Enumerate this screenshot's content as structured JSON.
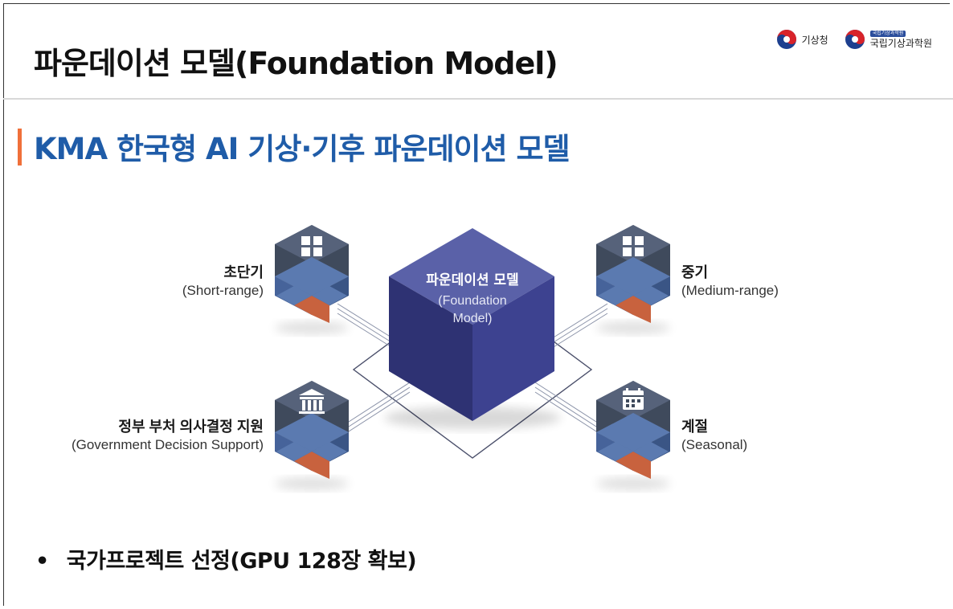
{
  "header": {
    "title": "파운데이션 모델(Foundation Model)",
    "logos": [
      {
        "icon": "taegeuk-emblem-icon",
        "text": "기상청"
      },
      {
        "icon": "taegeuk-emblem-icon",
        "tag": "국립기상과학원",
        "text": "국립기상과학원"
      }
    ]
  },
  "section": {
    "title": "KMA 한국형 AI 기상·기후 파운데이션 모델",
    "accent_color": "#f0703a",
    "title_color": "#1f5ca8"
  },
  "diagram": {
    "center": {
      "title": "파운데이션 모델",
      "subtitle_line1": "(Foundation",
      "subtitle_line2": "Model)"
    },
    "nodes": [
      {
        "id": "short",
        "icon": "window-grid-icon",
        "ko": "초단기",
        "en": "(Short-range)"
      },
      {
        "id": "medium",
        "icon": "window-grid-icon",
        "ko": "중기",
        "en": "(Medium-range)"
      },
      {
        "id": "gov",
        "icon": "government-building-icon",
        "ko": "정부 부처 의사결정 지원",
        "en": "(Government Decision Support)"
      },
      {
        "id": "seasonal",
        "icon": "calendar-icon",
        "ko": "계절",
        "en": "(Seasonal)"
      }
    ],
    "colors": {
      "cube_top": "#5a61a8",
      "cube_left": "#2e3273",
      "cube_right": "#3d4290",
      "node_dark": "#3f4a5c",
      "node_blue": "#5b7ab0",
      "node_orange": "#c8623e"
    }
  },
  "bullets": [
    "국가프로젝트 선정(GPU 128장 확보)"
  ]
}
